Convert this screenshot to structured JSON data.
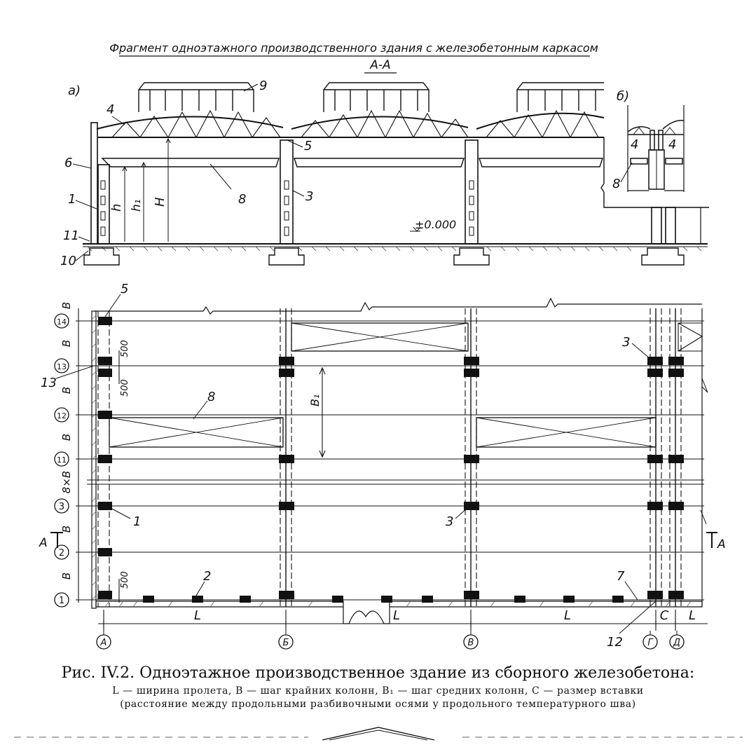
{
  "header": {
    "title": "Фрагмент одноэтажного производственного здания с железобетонным каркасом",
    "section": "А-А"
  },
  "part_labels": {
    "a": "а)",
    "b": "б)"
  },
  "section_labels": {
    "n9": "9",
    "n4": "4",
    "n5": "5",
    "n6": "6",
    "n8": "8",
    "n3": "3",
    "n1": "1",
    "n11": "11",
    "n10": "10",
    "h": "h",
    "h1": "h₁",
    "H": "H",
    "level": "±0.000"
  },
  "detail_labels": {
    "n4a": "4",
    "n4b": "4",
    "n8": "8"
  },
  "plan_labels": {
    "n5": "5",
    "n13": "13",
    "n8": "8",
    "n1": "1",
    "n3a": "3",
    "n3b": "3",
    "n2": "2",
    "n7": "7",
    "n12": "12",
    "B1": "B₁",
    "d500a": "500",
    "d500b": "500",
    "d500c": "500",
    "cutA_left": "А",
    "cutA_right": "А"
  },
  "row_axes": [
    "14",
    "13",
    "12",
    "11",
    "3",
    "2",
    "1"
  ],
  "row_dims": [
    "B",
    "B",
    "B",
    "B",
    "8×B",
    "B",
    "B"
  ],
  "col_axes": [
    "А",
    "Б",
    "В",
    "Г",
    "Д"
  ],
  "span_dims": [
    "L",
    "L",
    "L",
    "C",
    "L"
  ],
  "caption": {
    "title": "Рис. IV.2. Одноэтажное производственное здание из сборного железобетона:",
    "line1": "L — ширина пролета, B — шаг крайних колонн, B₁ — шаг средних колонн, C — размер вставки",
    "line2": "(расстояние между продольными разбивочными осями у продольного температурного шва)"
  }
}
